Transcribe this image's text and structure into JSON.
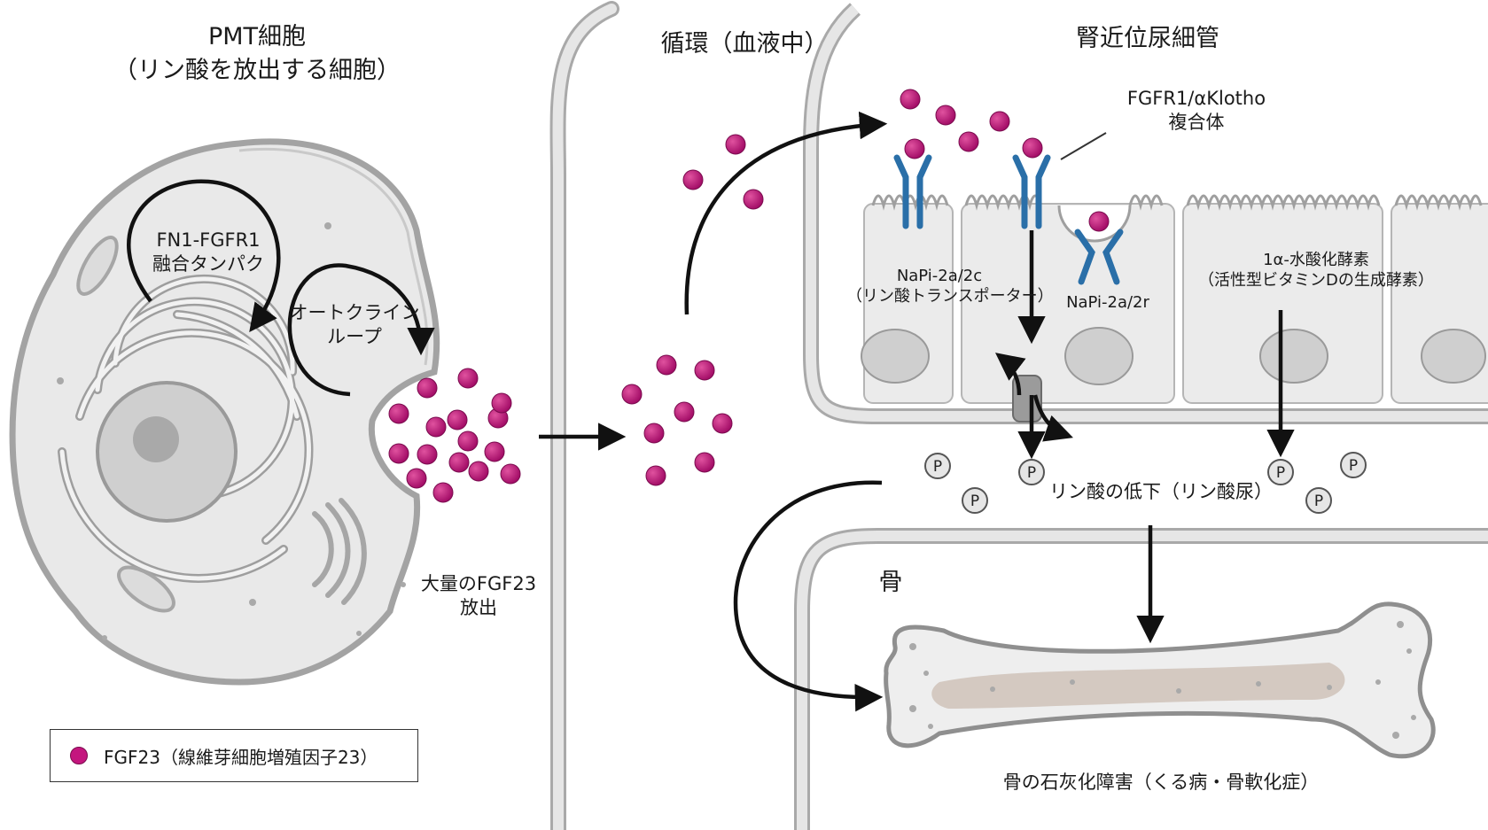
{
  "labels": {
    "pmt_cell_title": "PMT細胞",
    "pmt_cell_subtitle": "（リン酸を放出する細胞）",
    "circulation": "循環（血液中）",
    "kidney_title": "腎近位尿細管",
    "fn1_fgfr1_line1": "FN1-FGFR1",
    "fn1_fgfr1_line2": "融合タンパク",
    "autocrine_line1": "オートクライン",
    "autocrine_line2": "ループ",
    "fgf23_release_line1": "大量のFGF23",
    "fgf23_release_line2": "放出",
    "complex_line1": "FGFR1/αKlotho",
    "complex_line2": "複合体",
    "napi_left_line1": "NaPi-2a/2c",
    "napi_left_line2": "（リン酸トランスポーター）",
    "napi_right": "NaPi-2a/2r",
    "hydroxylase_line1": "1α-水酸化酵素",
    "hydroxylase_line2": "（活性型ビタミンDの生成酵素）",
    "phosphate_drop": "リン酸の低下（リン酸尿）",
    "bone": "骨",
    "bone_disorder": "骨の石灰化障害（くる病・骨軟化症）",
    "phosphate_symbol": "P"
  },
  "legend": {
    "text": "FGF23（線維芽細胞増殖因子23）"
  },
  "colors": {
    "fgf23": "#c4167e",
    "receptor": "#2a6fa8",
    "cell_fill": "#e9e9e9",
    "membrane": "#a3a3a3"
  }
}
